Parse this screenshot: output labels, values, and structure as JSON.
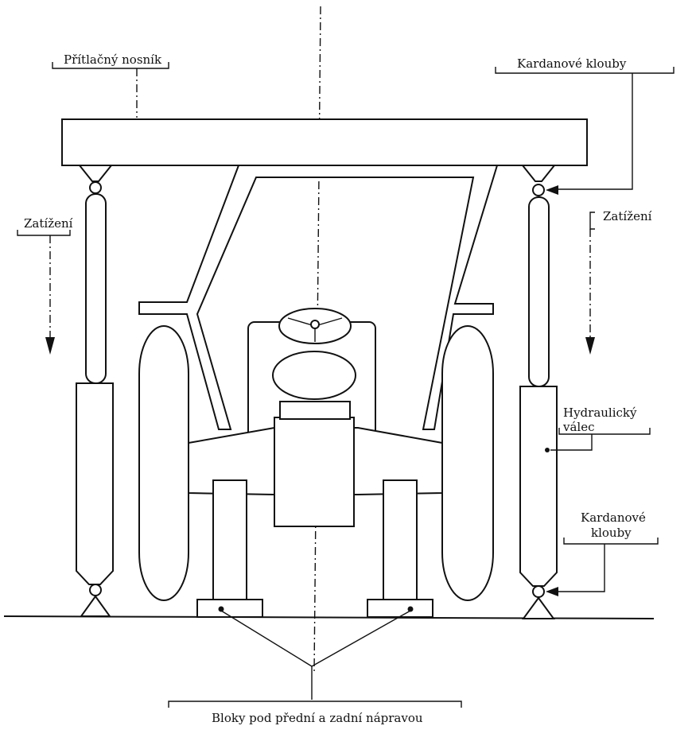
{
  "labels": {
    "pritlacny_nosnik": "Přítlačný nosník",
    "kardanove_klouby_top": "Kardanové klouby",
    "zatizeni_left": "Zatížení",
    "zatizeni_right": "Zatížení",
    "hydraulicky_valec_line1": "Hydraulický",
    "hydraulicky_valec_line2": "válec",
    "kardanove_klouby_bottom_line1": "Kardanové",
    "kardanove_klouby_bottom_line2": "klouby",
    "bloky": "Bloky pod přední a zadní nápravou"
  },
  "colors": {
    "ink": "#111111",
    "paper": "#ffffff"
  }
}
